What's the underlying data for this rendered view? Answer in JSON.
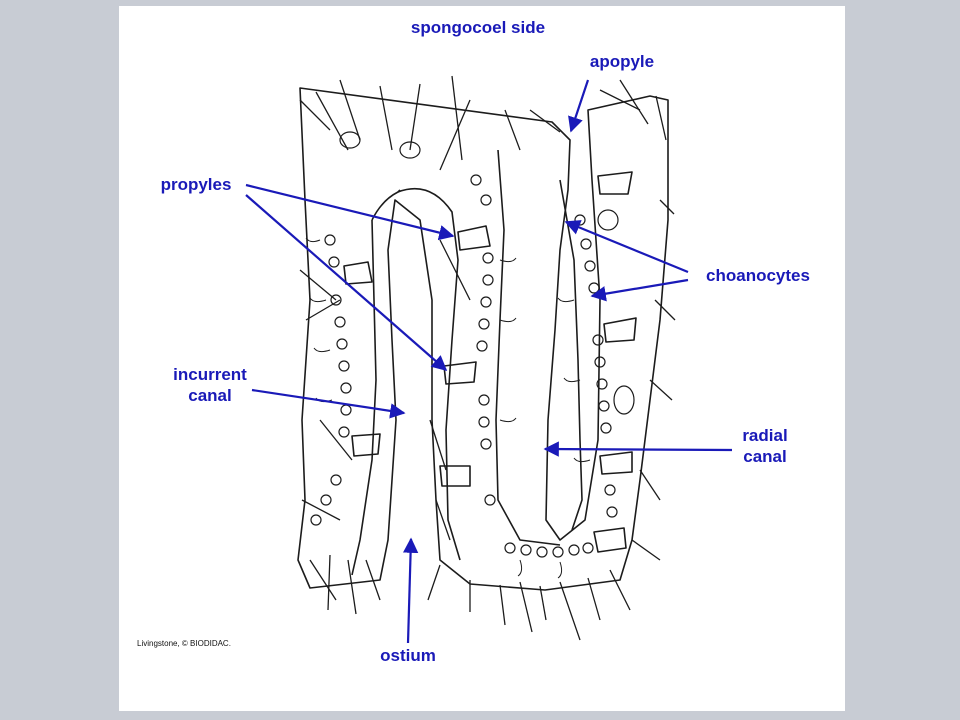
{
  "colors": {
    "label": "#1a1ab8",
    "ink": "#1c1c1c",
    "slide_bg": "#ffffff",
    "page_bg": "#c8ccd4"
  },
  "labels": {
    "spongocoel_side": "spongocoel side",
    "apopyle": "apopyle",
    "propyles": "propyles",
    "choanocytes": "choanocytes",
    "incurrent_canal_1": "incurrent",
    "incurrent_canal_2": "canal",
    "radial_canal_1": "radial",
    "radial_canal_2": "canal",
    "ostium": "ostium"
  },
  "credit": "Livingstone, © BIODIDAC."
}
